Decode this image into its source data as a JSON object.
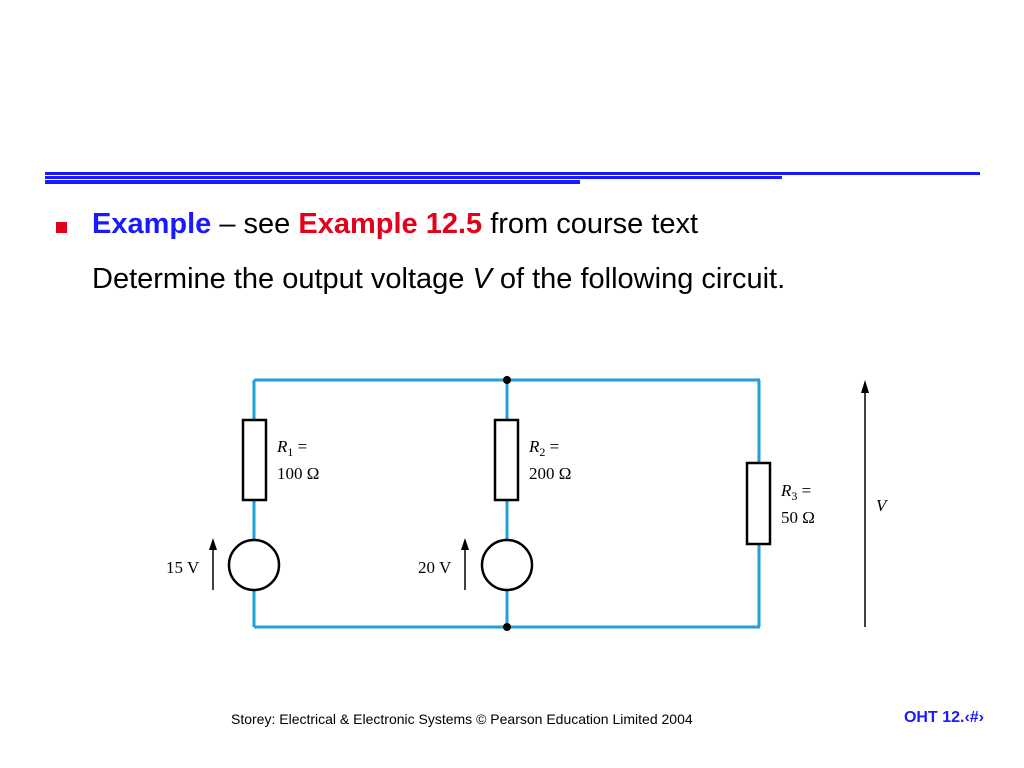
{
  "colors": {
    "accent": "#1a1aff",
    "keyword_red": "#e3001b",
    "wire": "#1ea0d8"
  },
  "bullet": {
    "icon": "square-bullet-icon",
    "keyword1": "Example",
    "sep": " – see ",
    "keyword2": "Example 12.5",
    "tail": " from course text"
  },
  "instruction": {
    "before": "Determine the output voltage ",
    "var": "V",
    "after": " of the following circuit."
  },
  "circuit": {
    "r1_sym": "R",
    "r1_sub": "1",
    "r1_eq": " =",
    "r1_val": "100 Ω",
    "r2_sym": "R",
    "r2_sub": "2",
    "r2_eq": " =",
    "r2_val": "200 Ω",
    "r3_sym": "R",
    "r3_sub": "3",
    "r3_eq": " =",
    "r3_val": "50 Ω",
    "source1": "15 V",
    "source2": "20 V",
    "output": "V"
  },
  "footer": {
    "citation": "Storey: Electrical & Electronic Systems © Pearson Education Limited 2004",
    "slide": "OHT 12.‹#›"
  }
}
